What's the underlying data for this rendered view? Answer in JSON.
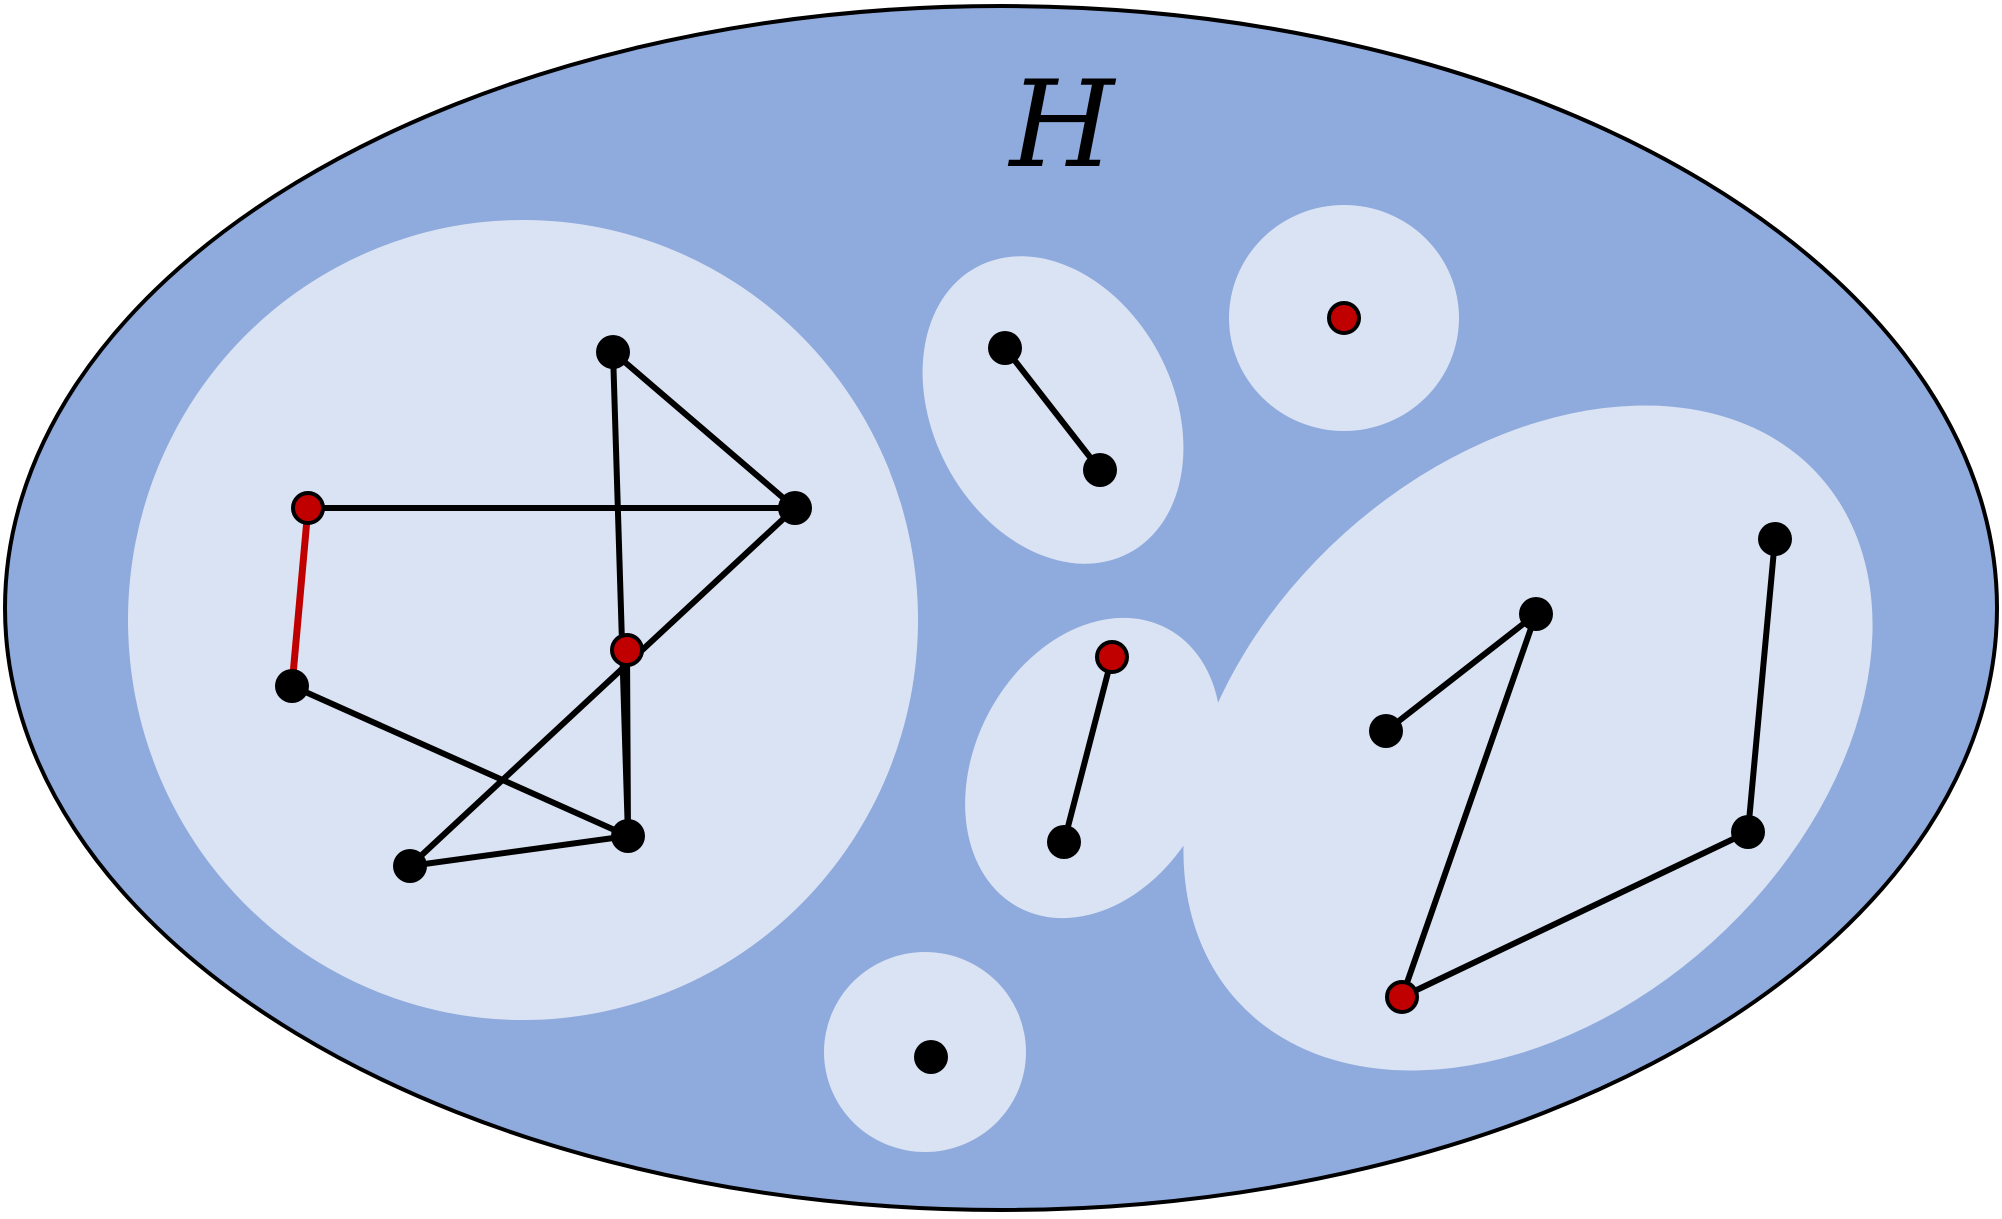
{
  "diagram": {
    "label": "H",
    "colors": {
      "outer_fill": "#8faadc",
      "outer_stroke": "#000000",
      "component_fill": "#dae3f3",
      "edge": "#000000",
      "highlight_edge": "#c00000",
      "vertex": "#000000",
      "marked_vertex": "#c00000"
    },
    "components": [
      {
        "name": "component-large-left",
        "vertices": [
          {
            "id": "v1",
            "marked": false
          },
          {
            "id": "v2",
            "marked": true
          },
          {
            "id": "v3",
            "marked": false
          },
          {
            "id": "v4",
            "marked": true
          },
          {
            "id": "v5",
            "marked": false
          },
          {
            "id": "v6",
            "marked": false
          },
          {
            "id": "v7",
            "marked": false
          }
        ],
        "edges": [
          {
            "from": "v2",
            "to": "v5",
            "highlighted": true
          },
          {
            "from": "v2",
            "to": "v3",
            "highlighted": false
          },
          {
            "from": "v1",
            "to": "v3",
            "highlighted": false
          },
          {
            "from": "v1",
            "to": "v6",
            "highlighted": false
          },
          {
            "from": "v3",
            "to": "v7",
            "highlighted": false
          },
          {
            "from": "v5",
            "to": "v6",
            "highlighted": false
          },
          {
            "from": "v4",
            "to": "v6",
            "highlighted": false
          },
          {
            "from": "v6",
            "to": "v7",
            "highlighted": false
          }
        ]
      },
      {
        "name": "component-edge-top",
        "vertices": [
          {
            "id": "a1",
            "marked": false
          },
          {
            "id": "a2",
            "marked": false
          }
        ],
        "edges": [
          {
            "from": "a1",
            "to": "a2",
            "highlighted": false
          }
        ]
      },
      {
        "name": "component-single-marked",
        "vertices": [
          {
            "id": "b1",
            "marked": true
          }
        ],
        "edges": []
      },
      {
        "name": "component-edge-middle",
        "vertices": [
          {
            "id": "c1",
            "marked": true
          },
          {
            "id": "c2",
            "marked": false
          }
        ],
        "edges": [
          {
            "from": "c1",
            "to": "c2",
            "highlighted": false
          }
        ]
      },
      {
        "name": "component-single-bottom",
        "vertices": [
          {
            "id": "d1",
            "marked": false
          }
        ],
        "edges": []
      },
      {
        "name": "component-large-right",
        "vertices": [
          {
            "id": "e1",
            "marked": false
          },
          {
            "id": "e2",
            "marked": false
          },
          {
            "id": "e3",
            "marked": false
          },
          {
            "id": "e4",
            "marked": false
          },
          {
            "id": "e5",
            "marked": true
          }
        ],
        "edges": [
          {
            "from": "e2",
            "to": "e3",
            "highlighted": false
          },
          {
            "from": "e2",
            "to": "e5",
            "highlighted": false
          },
          {
            "from": "e1",
            "to": "e4",
            "highlighted": false
          },
          {
            "from": "e4",
            "to": "e5",
            "highlighted": false
          }
        ]
      }
    ]
  }
}
